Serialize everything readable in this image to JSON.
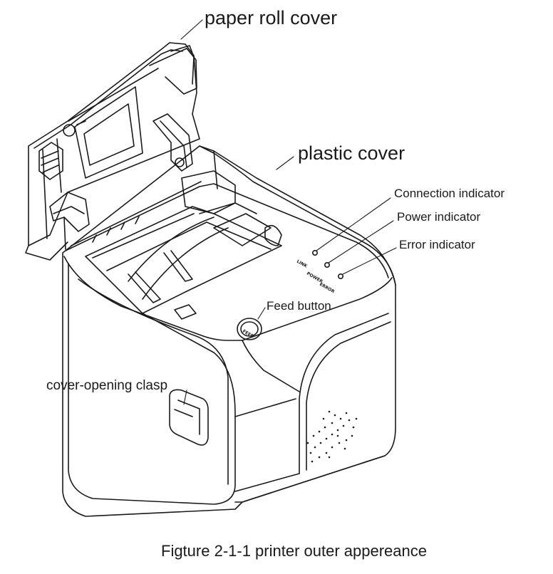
{
  "labels": {
    "paper_roll_cover": "paper roll cover",
    "plastic_cover": "plastic cover",
    "connection_indicator": "Connection indicator",
    "power_indicator": "Power indicator",
    "error_indicator": "Error indicator",
    "feed_button": "Feed button",
    "cover_opening_clasp": "cover-opening clasp"
  },
  "panel_text": {
    "link": "LINK",
    "power": "POWER",
    "error": "ERROR",
    "feed": "FEED"
  },
  "caption": "Figture 2-1-1 printer outer appereance",
  "colors": {
    "line": "#1a1a1a",
    "background": "#ffffff"
  }
}
